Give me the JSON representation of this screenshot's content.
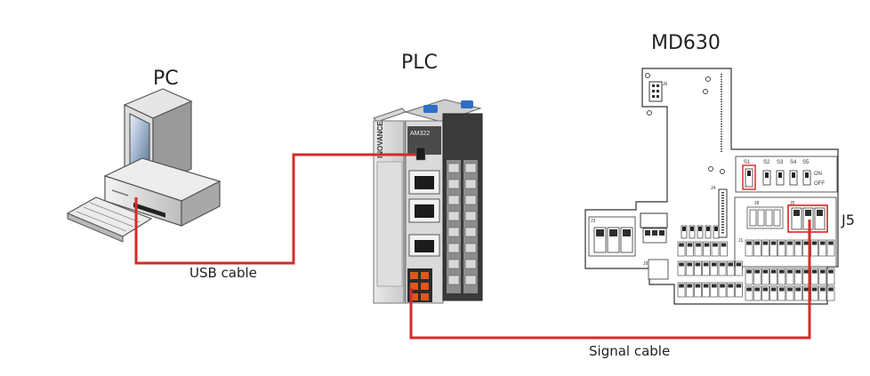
{
  "labels": {
    "pc": "PC",
    "plc": "PLC",
    "drive": "MD630",
    "usb_cable": "USB cable",
    "signal_cable": "Signal cable",
    "j5_callout": "J5"
  },
  "plc_panel": {
    "brand": "INOVANCE",
    "model": "AM322"
  },
  "drive_board": {
    "switch_labels": [
      "S1",
      "S2",
      "S3",
      "S4",
      "S5"
    ],
    "switch_on": "ON",
    "switch_off": "OFF",
    "connectors": [
      "J6",
      "J4",
      "J3",
      "J8",
      "J5",
      "J1",
      "J2",
      "J9"
    ]
  },
  "colors": {
    "cable": "#d42b2b",
    "highlight": "#e02020",
    "plc_accent": "#2d6fc4",
    "terminal_orange": "#e0561c"
  }
}
